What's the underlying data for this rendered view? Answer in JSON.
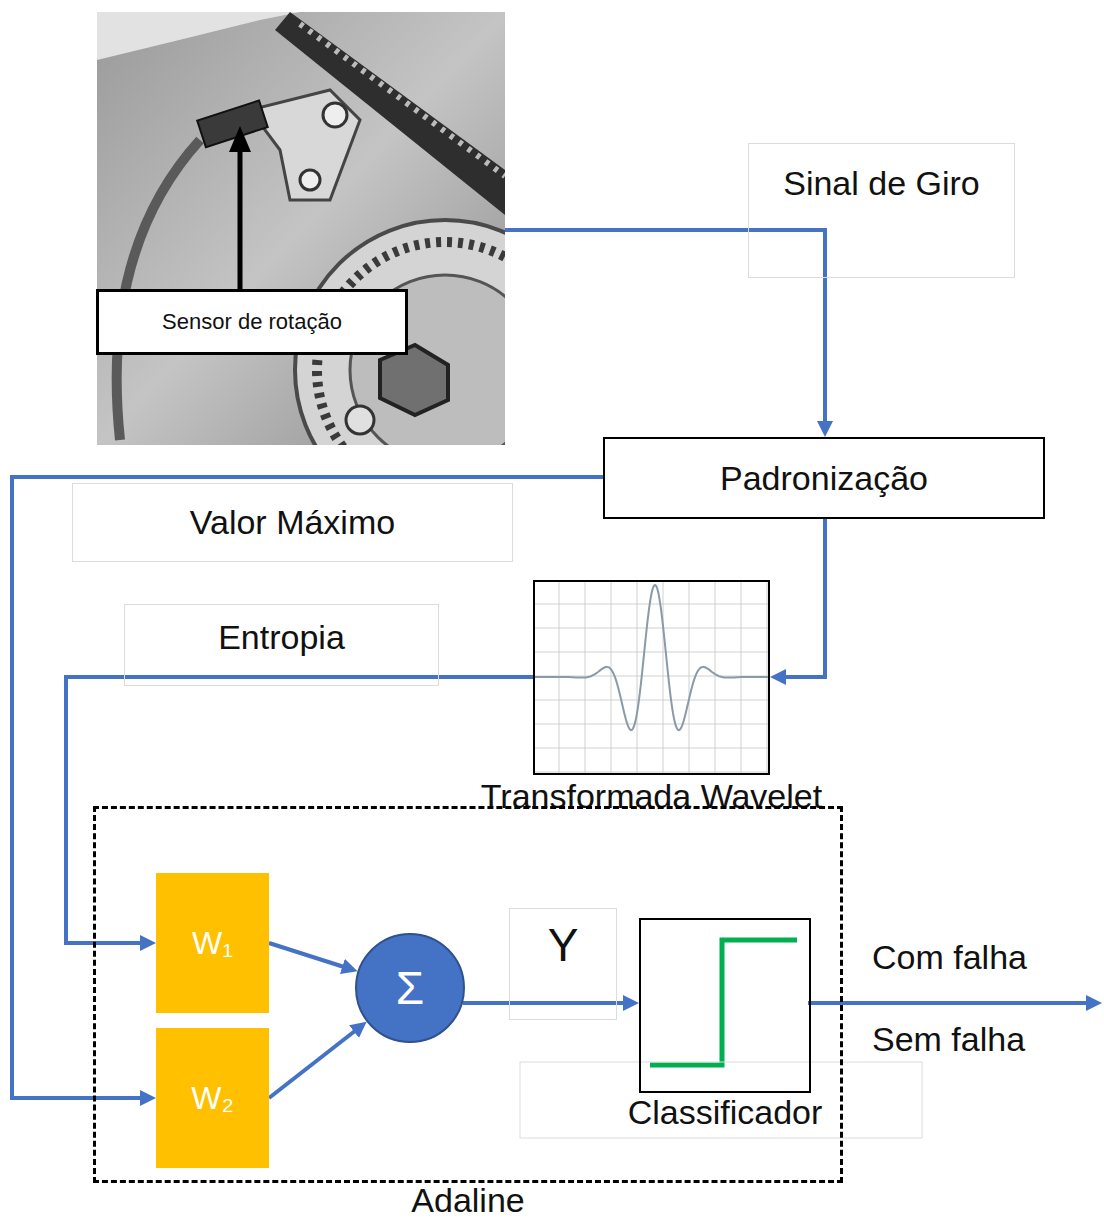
{
  "diagram": {
    "nodes": [
      {
        "text": [
          "Sensor de rotação"
        ]
      },
      {
        "text": [
          "Padronização"
        ]
      },
      {
        "text": [
          "Transformada Wavelet"
        ]
      },
      {
        "text": [
          "Adaline"
        ]
      },
      {
        "text": [
          "W₁"
        ],
        "in": 3
      },
      {
        "text": [
          "W₂"
        ],
        "in": 3
      },
      {
        "text": [
          "Σ"
        ],
        "in": 3
      },
      {
        "text": [
          "Classificador"
        ],
        "in": 3
      }
    ],
    "edges": [
      {
        "from": 0,
        "to": 1,
        "arrow": "to",
        "label": "Sinal de Giro"
      },
      {
        "from": 1,
        "to": 2,
        "arrow": "to"
      },
      {
        "from": 1,
        "to": 5,
        "arrow": "to",
        "label": "Valor Máximo"
      },
      {
        "from": 2,
        "to": 4,
        "arrow": "to",
        "label": "Entropia"
      },
      {
        "from": 4,
        "to": 6,
        "arrow": "to"
      },
      {
        "from": 5,
        "to": 6,
        "arrow": "to"
      },
      {
        "from": 6,
        "to": 7,
        "arrow": "to",
        "label": "Y"
      }
    ],
    "labels": [
      "Com falha",
      "Sem falha"
    ]
  }
}
